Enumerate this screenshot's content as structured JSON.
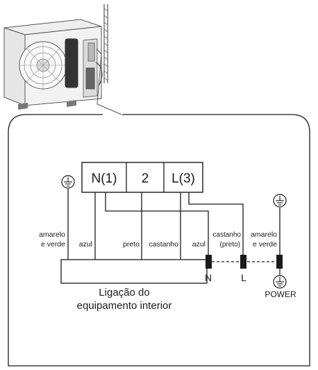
{
  "terminal_block": {
    "terminals": [
      "N(1)",
      "2",
      "L(3)"
    ]
  },
  "wire_labels": {
    "earth_left_line1": "amarelo",
    "earth_left_line2": "e verde",
    "azul_indoor": "azul",
    "preto": "preto",
    "castanho_indoor": "castanho",
    "azul_power": "azul",
    "castanho_power_line1": "castanho",
    "castanho_power_line2": "(preto)",
    "earth_right_line1": "amarelo",
    "earth_right_line2": "e verde"
  },
  "indoor_unit": {
    "caption_line1": "Ligação do",
    "caption_line2": "equipamento interior"
  },
  "power_supply": {
    "terminal_n": "N",
    "terminal_l": "L",
    "label": "POWER"
  },
  "icons": [
    "earth-ground-icon",
    "outdoor-ac-unit-illustration"
  ]
}
